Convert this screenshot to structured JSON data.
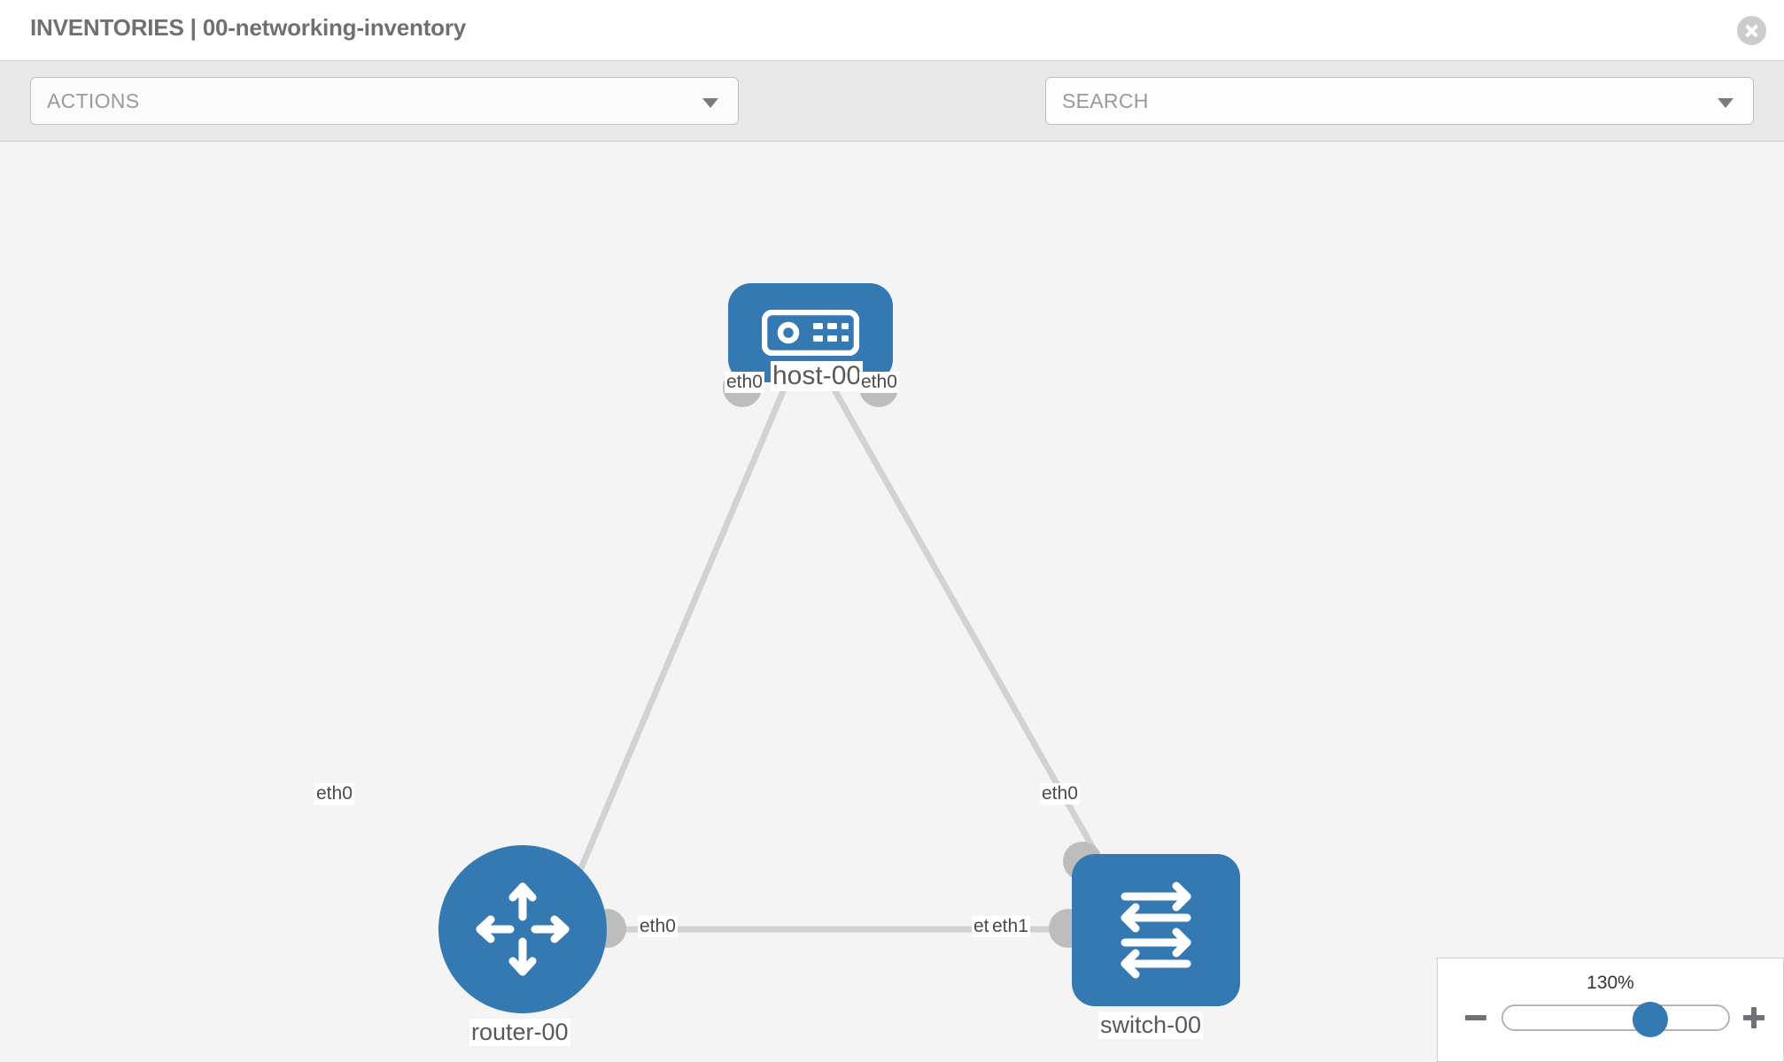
{
  "header": {
    "title": "INVENTORIES | 00-networking-inventory",
    "close_icon": "close-circle-icon"
  },
  "toolbar": {
    "actions_label": "ACTIONS",
    "actions_caret_icon": "chevron-down-icon",
    "wrench_icon": "wrench-icon",
    "key_icon": "key-icon",
    "search_placeholder": "SEARCH",
    "search_caret_icon": "chevron-down-icon"
  },
  "colors": {
    "node_blue": "#3479b2",
    "link_gray": "#d2d2d2",
    "stub_gray": "#bdbdbd",
    "canvas_bg": "#f4f4f4",
    "toolbar_bg": "#e9e9e9",
    "title_gray": "#707070"
  },
  "topology": {
    "nodes": [
      {
        "id": "host",
        "label": "host-00",
        "icon": "server-icon",
        "shape": "rounded-rect"
      },
      {
        "id": "router",
        "label": "router-00",
        "icon": "router-arrows-icon",
        "shape": "circle"
      },
      {
        "id": "switch",
        "label": "switch-00",
        "icon": "switch-arrows-icon",
        "shape": "rounded-square"
      }
    ],
    "port_labels": {
      "host_left": "eth0",
      "host_right": "eth0",
      "router_to_host": "eth0",
      "router_to_switch": "eth0",
      "switch_to_host": "eth0",
      "switch_to_router_a": "eth",
      "switch_to_router_b": "eth1"
    },
    "links": [
      {
        "from": "router",
        "to": "host"
      },
      {
        "from": "host",
        "to": "switch"
      },
      {
        "from": "router",
        "to": "switch"
      }
    ]
  },
  "zoom": {
    "value": "130%",
    "minus_icon": "minus-icon",
    "plus_icon": "plus-icon",
    "slider_icon": "zoom-slider"
  }
}
